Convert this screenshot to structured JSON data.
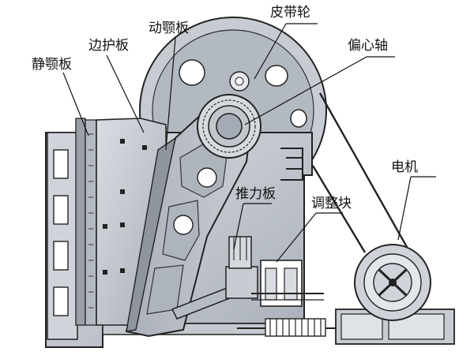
{
  "labels": {
    "pulley": "皮带轮",
    "movable_jaw": "动颚板",
    "side_guard": "边护板",
    "fixed_jaw": "静颚板",
    "eccentric_shaft": "偏心轴",
    "motor": "电机",
    "toggle_plate": "推力板",
    "adjust_block": "调整块"
  },
  "colors": {
    "metal": "#b9bec6",
    "metal_light": "#d8dce2",
    "metal_dark": "#8e949c",
    "outline": "#222222",
    "leader": "#111111"
  }
}
